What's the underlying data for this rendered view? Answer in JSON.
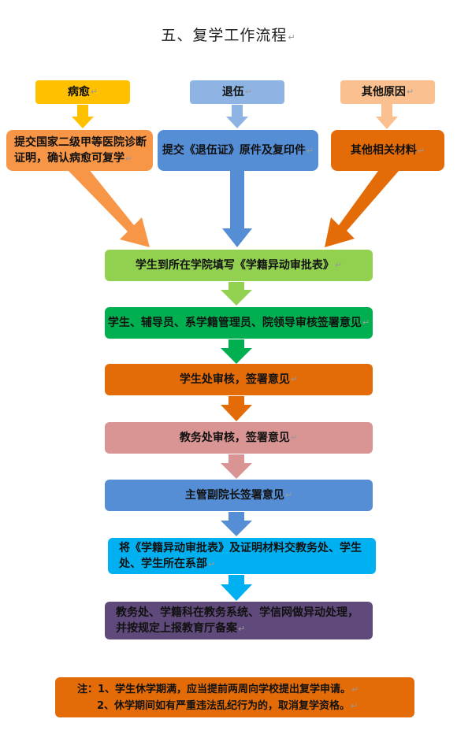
{
  "title": "五、复学工作流程",
  "paragraph_mark": "↵",
  "sources": [
    {
      "label": "病愈",
      "color": "#FFC000"
    },
    {
      "label": "退伍",
      "color": "#8EB4E3"
    },
    {
      "label": "其他原因",
      "color": "#FAC090"
    }
  ],
  "materials": [
    {
      "text": "提交国家二级甲等医院诊断证明，确认病愈可复学",
      "color": "#F79646"
    },
    {
      "text": "提交《退伍证》原件及复印件",
      "color": "#558ED5"
    },
    {
      "text": "其他相关材料",
      "color": "#E36C09"
    }
  ],
  "steps": [
    {
      "text": "学生到所在学院填写《学籍异动审批表》",
      "color": "#92D050"
    },
    {
      "text": "学生、辅导员、系学籍管理员、院领导审核签署意见",
      "color": "#00B050"
    },
    {
      "text": "学生处审核，签署意见",
      "color": "#E36C09"
    },
    {
      "text": "教务处审核，签署意见",
      "color": "#D99594"
    },
    {
      "text": "主管副院长签署意见",
      "color": "#558ED5"
    },
    {
      "text": "将《学籍异动审批表》及证明材料交教务处、学生处、学生所在系部",
      "color": "#00B0F0"
    },
    {
      "text": "教务处、学籍科在教务系统、学信网做异动处理，并按规定上报教育厅备案",
      "color": "#604A7B"
    }
  ],
  "note": {
    "line1": "注：1、学生休学期满，应当提前两周向学校提出复学申请。",
    "line2": "2、休学期间如有严重违法乱纪行为的，取消复学资格。",
    "color": "#E36C09"
  }
}
